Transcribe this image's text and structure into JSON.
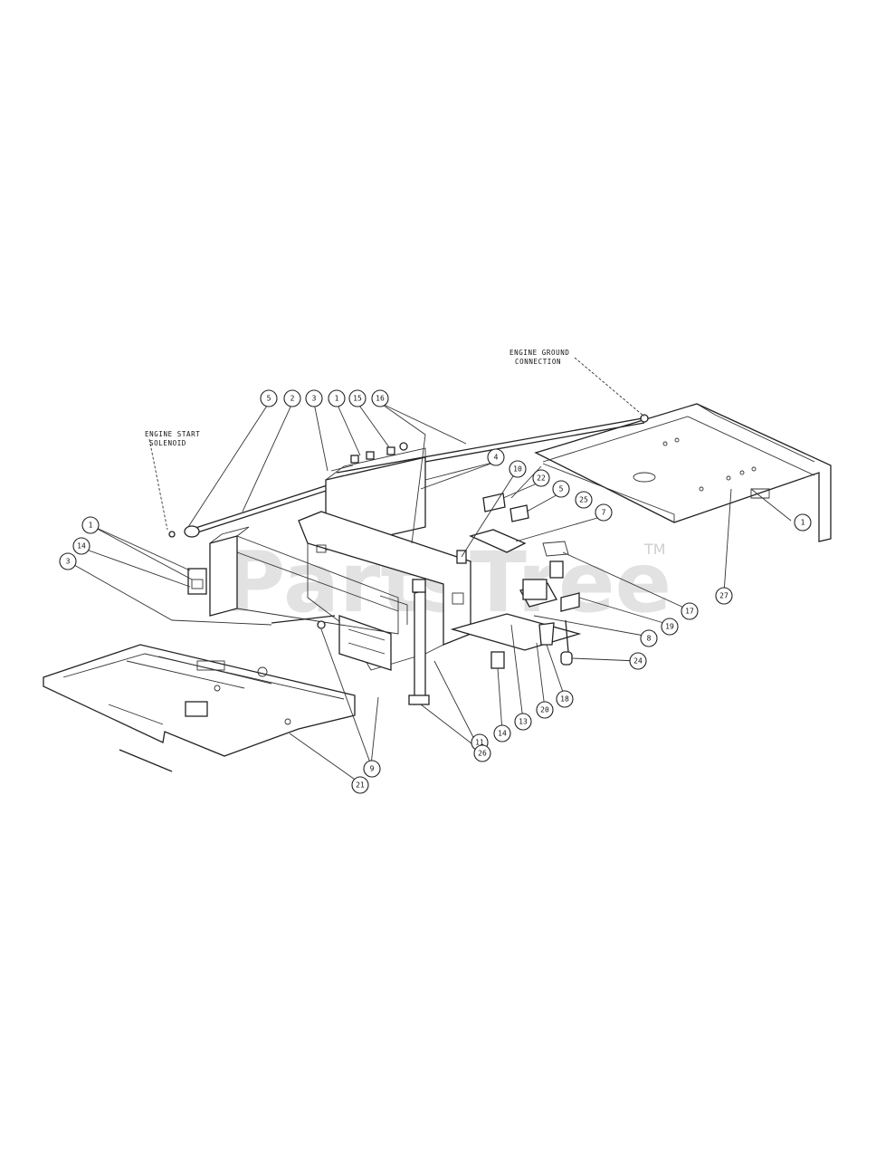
{
  "watermark": {
    "text": "PartsTree",
    "trademark": "TM"
  },
  "notes": {
    "engine_ground": {
      "line1": "ENGINE GROUND",
      "line2": "CONNECTION"
    },
    "engine_start": {
      "line1": "ENGINE START",
      "line2": "SOLENOID"
    }
  },
  "callouts": {
    "c5a": "5",
    "c2": "2",
    "c3a": "3",
    "c1a": "1",
    "c15": "15",
    "c16": "16",
    "c4": "4",
    "c10": "10",
    "c22": "22",
    "c5b": "5",
    "c25": "25",
    "c7": "7",
    "c1b": "1",
    "c14a": "14",
    "c3b": "3",
    "c1c": "1",
    "c27": "27",
    "c17": "17",
    "c19": "19",
    "c8": "8",
    "c24": "24",
    "c18": "18",
    "c20": "20",
    "c13": "13",
    "c14b": "14",
    "c11": "11",
    "c26": "26",
    "c21": "21",
    "c9": "9"
  }
}
